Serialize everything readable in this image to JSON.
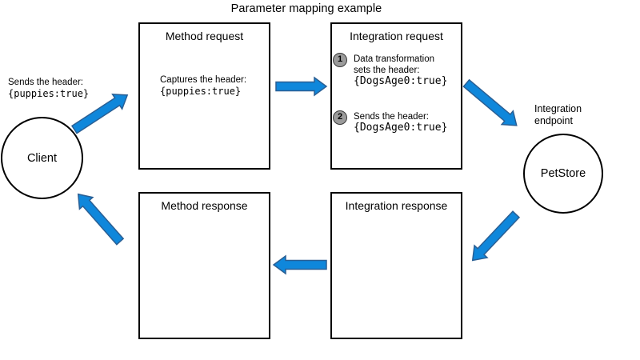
{
  "title": "Parameter mapping example",
  "client": {
    "label": "Client",
    "note_text": "Sends the header:",
    "note_code": "{puppies:true}"
  },
  "endpoint": {
    "caption": "Integration endpoint",
    "label": "PetStore"
  },
  "method_request": {
    "title": "Method request",
    "body_text": "Captures the header:",
    "body_code": "{puppies:true}"
  },
  "integration_request": {
    "title": "Integration request",
    "step1": {
      "number": "1",
      "line1": "Data transformation",
      "line2": "sets the header:",
      "code": "{DogsAge0:true}"
    },
    "step2": {
      "number": "2",
      "line1": "Sends the header:",
      "code": "{DogsAge0:true}"
    }
  },
  "method_response": {
    "title": "Method response"
  },
  "integration_response": {
    "title": "Integration response"
  },
  "colors": {
    "arrow_fill": "#0f87db",
    "arrow_stroke": "#2a5f94",
    "step_circle_fill": "#9b9b9b",
    "step_circle_border": "#3a3a3a",
    "shape_border": "#000000"
  }
}
